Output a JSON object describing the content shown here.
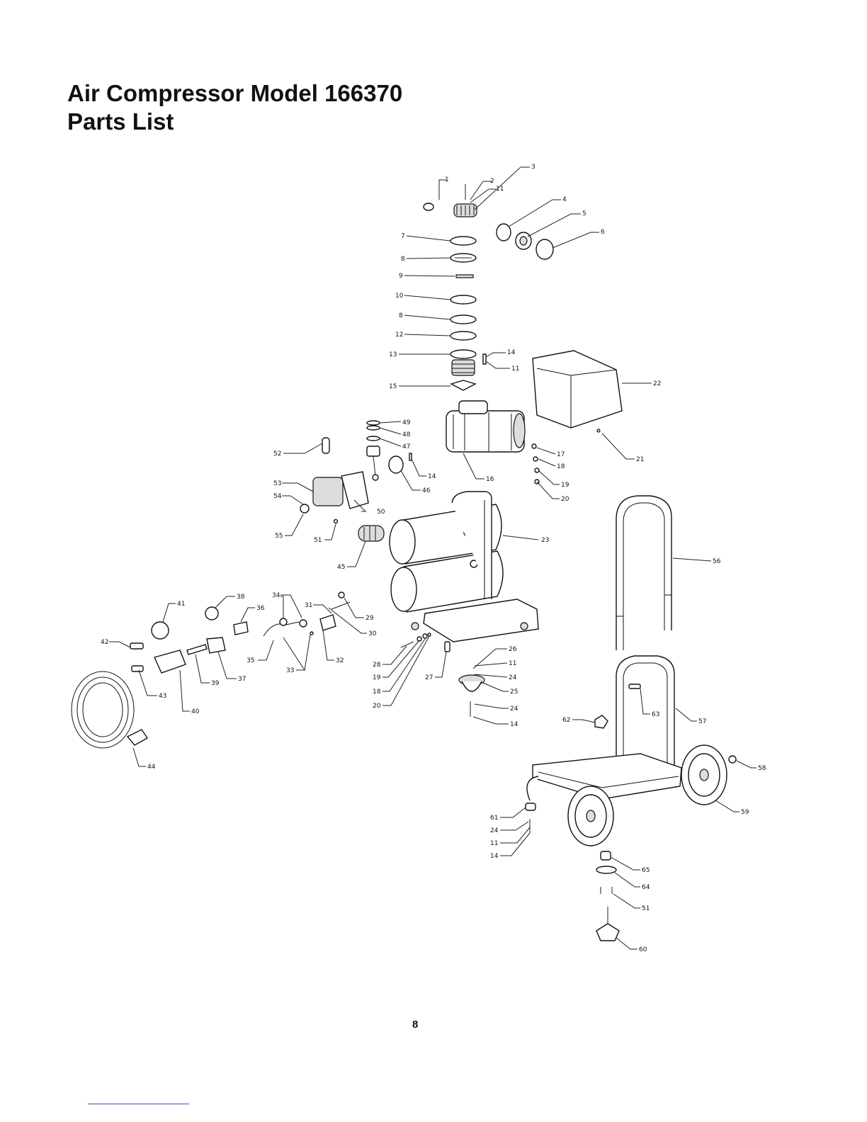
{
  "page": {
    "title_line1": "Air Compressor Model 166370",
    "title_line2": "Parts List",
    "page_number": "8"
  },
  "callouts": [
    "1",
    "2",
    "11",
    "3",
    "4",
    "5",
    "6",
    "7",
    "8",
    "9",
    "10",
    "8",
    "12",
    "13",
    "14",
    "11",
    "15",
    "22",
    "49",
    "48",
    "47",
    "14",
    "46",
    "16",
    "17",
    "18",
    "19",
    "20",
    "21",
    "52",
    "53",
    "54",
    "50",
    "55",
    "51",
    "23",
    "45",
    "56",
    "41",
    "38",
    "36",
    "34",
    "31",
    "29",
    "30",
    "42",
    "37",
    "35",
    "33",
    "32",
    "39",
    "40",
    "43",
    "28",
    "19",
    "18",
    "20",
    "27",
    "26",
    "11",
    "24",
    "25",
    "24",
    "14",
    "62",
    "63",
    "57",
    "44",
    "58",
    "59",
    "61",
    "24",
    "11",
    "14",
    "65",
    "64",
    "51",
    "60"
  ]
}
